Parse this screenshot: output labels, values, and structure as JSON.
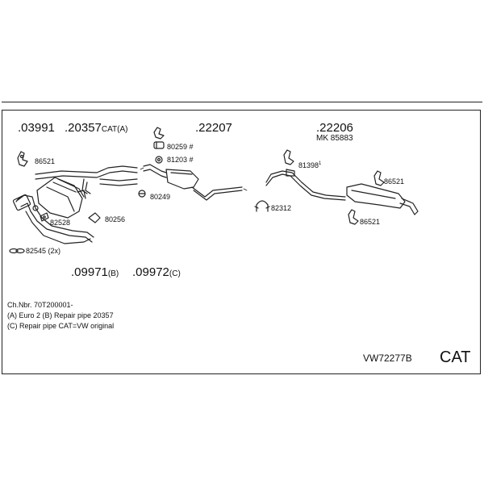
{
  "parts": {
    "p03991": ".03991",
    "p20357": ".20357",
    "p20357_suffix": "CAT(A)",
    "p22207": ".22207",
    "p22206": ".22206",
    "mk_label": "MK",
    "mk_number": "85883",
    "p09971": ".09971",
    "p09971_suffix": "(B)",
    "p09972": ".09972",
    "p09972_suffix": "(C)"
  },
  "callouts": {
    "c86521_left": "86521",
    "c80259": "80259 #",
    "c81203": "81203 #",
    "c81398": "81398",
    "c81398_sup": "1",
    "c86521_right_top": "86521",
    "c80249": "80249",
    "c82312": "82312",
    "c80256": "80256",
    "c82528": "82528",
    "c86521_right_bottom": "86521",
    "c82545": "82545 (2x)"
  },
  "notes": [
    "Ch.Nbr. 70T200001-",
    "(A) Euro 2 (B) Repair pipe 20357",
    "(C) Repair pipe CAT=VW original"
  ],
  "footer": {
    "code": "VW72277B",
    "category": "CAT"
  },
  "icons": [
    "hanger-icon",
    "clamp-icon",
    "gasket-icon",
    "bolt-icon",
    "ring-icon"
  ]
}
